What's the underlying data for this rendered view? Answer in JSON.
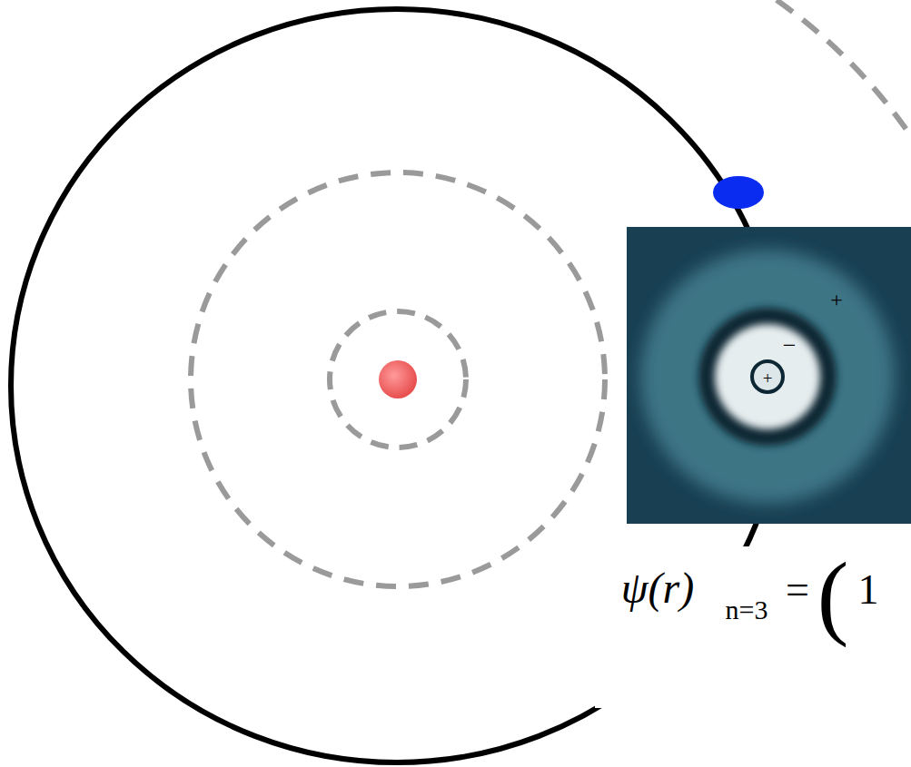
{
  "diagram": {
    "labels": [
      "+",
      "−",
      "+",
      "ψ(r)",
      "n=3",
      "=",
      "(",
      "1"
    ]
  }
}
